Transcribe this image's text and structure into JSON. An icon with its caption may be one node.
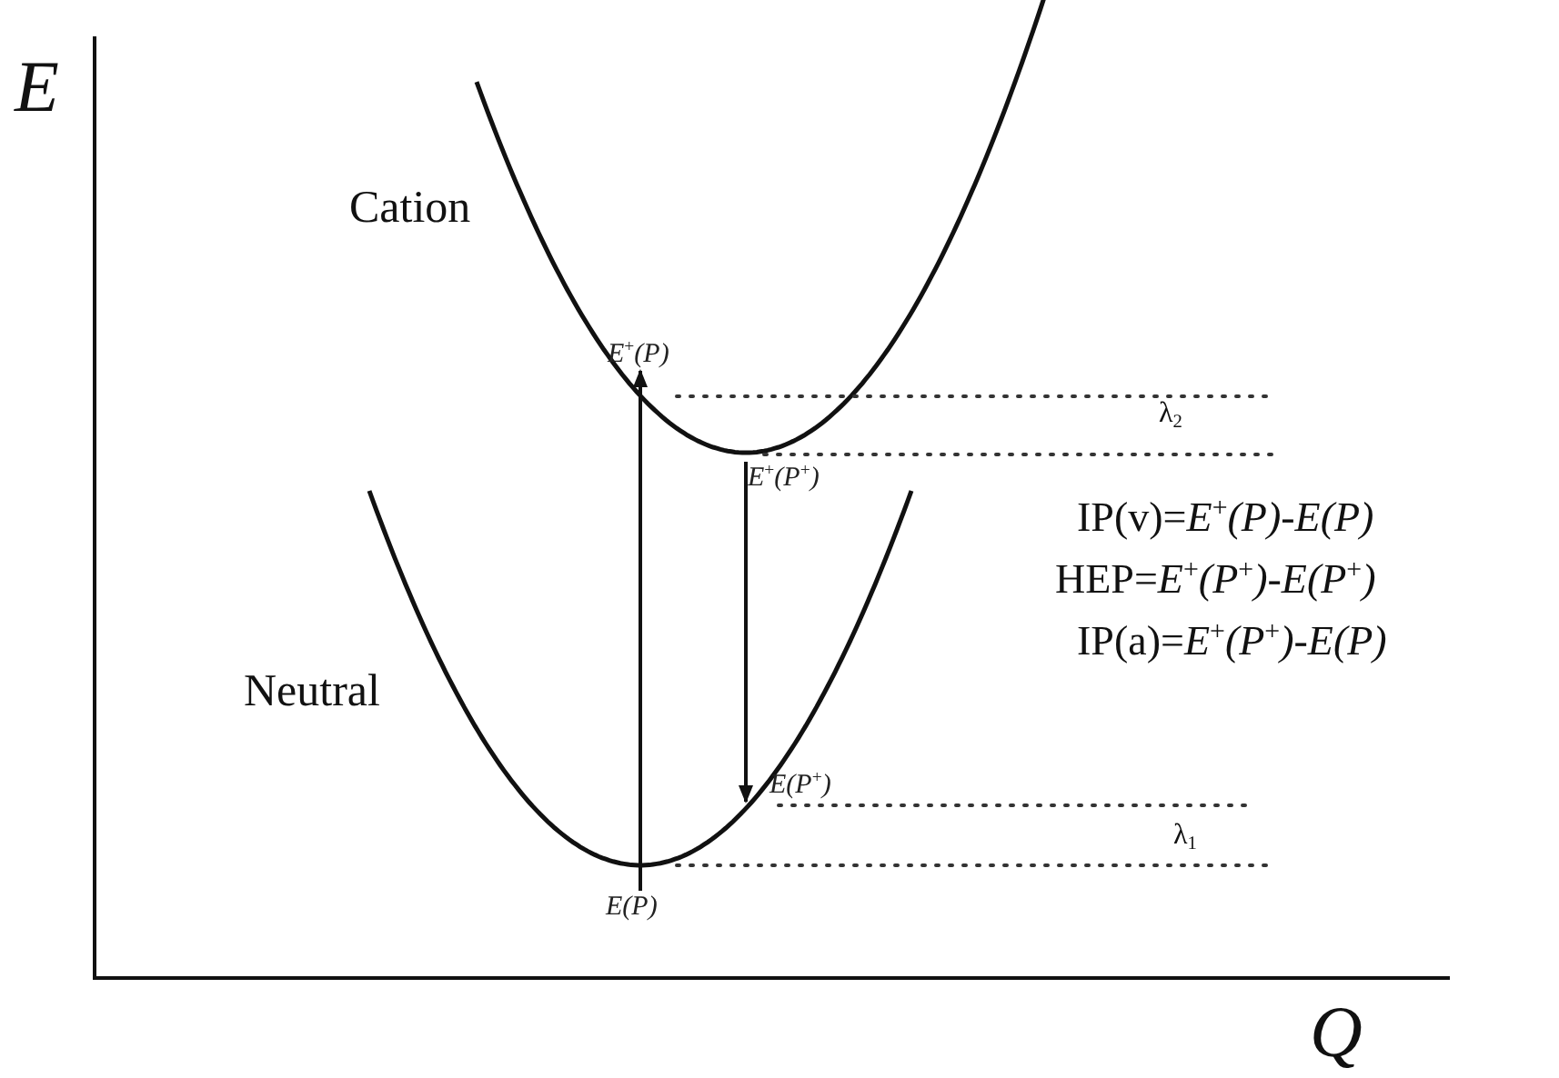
{
  "diagram": {
    "nodes": [
      {
        "text": [
          "*E*$^{+}$*(P)*"
        ]
      },
      {
        "text": [
          "*E*$^{+}$*(P*$^{+}$*)*"
        ]
      },
      {
        "text": [
          "*E(P*$^{+}$*)*"
        ]
      },
      {
        "text": [
          "*E(P)*"
        ]
      }
    ],
    "edges": [
      {
        "from": 3,
        "to": 0,
        "arrow": "to"
      },
      {
        "from": 1,
        "to": 2,
        "arrow": "to"
      }
    ],
    "labels": [
      "*E*",
      "Cation",
      "λ$_{2}$",
      "IP(v)=*E*$^{+}$*(P)-E(P)*",
      "HEP=*E*$^{+}$*(P*$^{+}$*)-E(P*$^{+}$*)*",
      "IP(a)=*E*$^{+}$*(P*$^{+}$*)-E(P)*",
      "Neutral",
      "λ$_{1}$",
      "*Q*"
    ]
  }
}
